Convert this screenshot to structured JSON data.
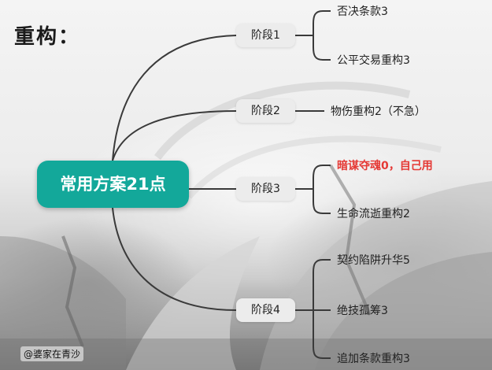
{
  "title": "重构：",
  "root": "常用方案21点",
  "stages": [
    {
      "label": "阶段1",
      "items": [
        {
          "text": "否决条款3"
        },
        {
          "text": "公平交易重构3"
        }
      ]
    },
    {
      "label": "阶段2",
      "items": [
        {
          "text": "物伤重构2（不急）"
        }
      ]
    },
    {
      "label": "阶段3",
      "items": [
        {
          "text": "暗谋夺魂0，自己用",
          "highlight": "#e53935"
        },
        {
          "text": "生命流逝重构2"
        }
      ]
    },
    {
      "label": "阶段4",
      "items": [
        {
          "text": "契约陷阱升华5"
        },
        {
          "text": "绝技孤筹3"
        },
        {
          "text": "追加条款重构3"
        }
      ]
    }
  ],
  "watermark": "@婆家在青沙",
  "colors": {
    "root_bg": "#13a89a",
    "stage_bg": "#ececec",
    "line": "#3a3a3a"
  }
}
